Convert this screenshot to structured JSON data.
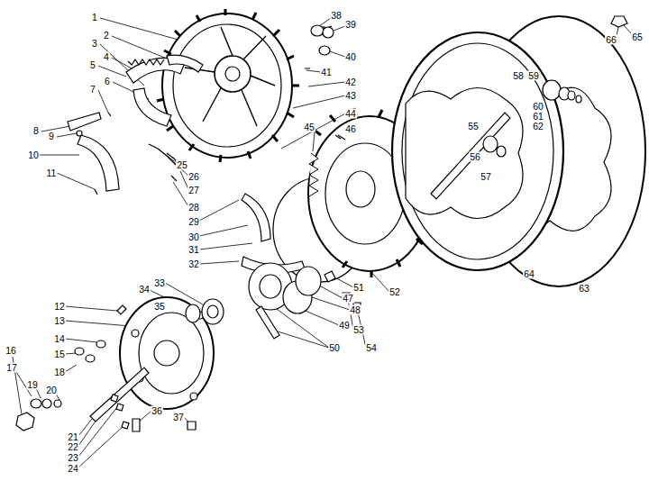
{
  "diagram": {
    "labels": [
      "1",
      "2",
      "3",
      "4",
      "5",
      "6",
      "7",
      "8",
      "9",
      "10",
      "11",
      "12",
      "13",
      "14",
      "15",
      "16",
      "17",
      "18",
      "19",
      "20",
      "21",
      "22",
      "23",
      "24",
      "25",
      "26",
      "27",
      "28",
      "29",
      "30",
      "31",
      "32",
      "33",
      "34",
      "35",
      "36",
      "37",
      "38",
      "39",
      "40",
      "41",
      "42",
      "43",
      "44",
      "45",
      "46",
      "47",
      "48",
      "49",
      "50",
      "51",
      "52",
      "53",
      "54",
      "55",
      "56",
      "57",
      "58",
      "59",
      "60",
      "61",
      "62",
      "63",
      "64",
      "65",
      "66"
    ]
  }
}
